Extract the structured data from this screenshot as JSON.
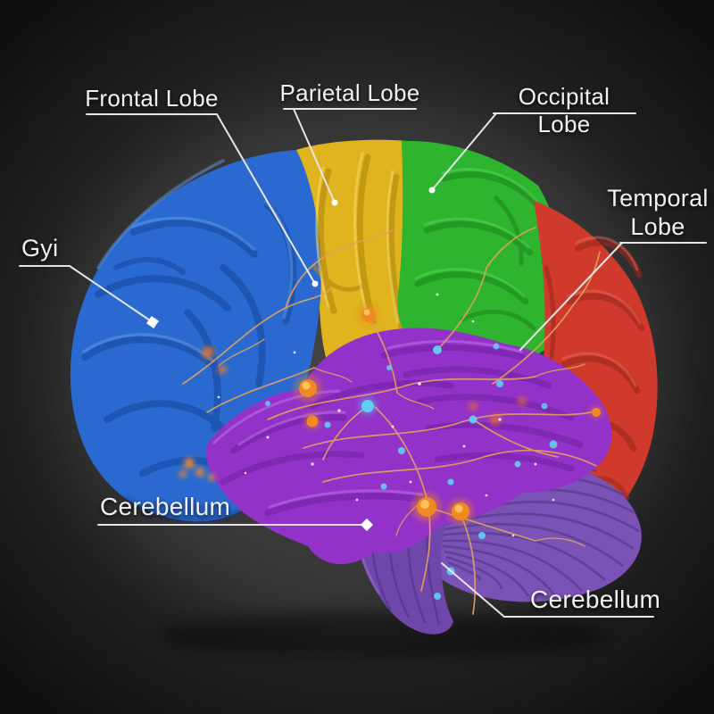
{
  "labels": {
    "frontal": "Frontal Lobe",
    "parietal": "Parietal Lobe",
    "occipital": "Occipital Lobe",
    "temporal": "Temporal Lobe",
    "gyi": "Gyi",
    "cerebellum_left": "Cerebellum",
    "cerebellum_right": "Cerebellum"
  },
  "colors": {
    "frontal_lobe": "#2a6ad0",
    "parietal_lobe": "#e0b41e",
    "occipital_lobe": "#2fb42f",
    "temporal_lobe": "#cf3a2c",
    "mid_temporal_lobe": "#9232c8",
    "cerebellum": "#7b52b6",
    "brainstem": "#6f46aa",
    "neuron_fiber": "#e2a35c",
    "neuron_soma": "#f08a20",
    "neuron_node": "#5fd0f2",
    "label_text": "#f0f0f0",
    "leader_line": "#e6e6e6",
    "background": "#262626"
  }
}
